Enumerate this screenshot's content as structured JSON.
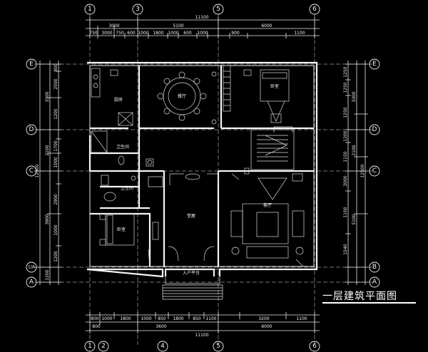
{
  "drawing": {
    "title": "一层建筑平面图",
    "axes_vertical": [
      "1",
      "3",
      "5",
      "6"
    ],
    "axes_vertical_bottom": [
      "1",
      "2",
      "4",
      "5",
      "6"
    ],
    "axes_horizontal": [
      "E",
      "D",
      "C",
      "B",
      "A"
    ],
    "axis_extra_left": "1/A",
    "dims_top": {
      "total": "11100",
      "segments": [
        "3000",
        "5100",
        "6000"
      ],
      "detail": [
        "750",
        "3000",
        "750",
        "600",
        "1000",
        "1800",
        "1000",
        "600",
        "1000",
        "900",
        "1100"
      ]
    },
    "dims_bottom": {
      "detail": [
        "800",
        "1000",
        "1800",
        "1000",
        "850",
        "1800",
        "850",
        "1100",
        "3200",
        "1100"
      ],
      "segments": [
        "800",
        "3600",
        "6000"
      ],
      "total": "11100"
    },
    "dims_left": {
      "outer": "12500",
      "segments": [
        "3300",
        "2100",
        "3900",
        "1200"
      ],
      "detail": [
        "800",
        "2500",
        "1200",
        "1700",
        "1000",
        "2900",
        "1000",
        "1200"
      ]
    },
    "dims_right": {
      "outer": "12500",
      "segments": [
        "3300",
        "2100",
        "5100"
      ],
      "detail": [
        "1250",
        "1250",
        "1250",
        "1200",
        "1150",
        "2000",
        "1100",
        "1540"
      ]
    },
    "rooms": {
      "kitchen": "厨房",
      "dining": "餐厅",
      "bedroom_top": "卧室",
      "bath_top": "卫生间",
      "bath_small": "卫生间",
      "bedroom_left": "卧室",
      "hall": "堂屋",
      "living": "客厅",
      "entrance": "入户平台"
    },
    "colors": {
      "background": "#000000",
      "lines": "#f2f2f2"
    }
  }
}
